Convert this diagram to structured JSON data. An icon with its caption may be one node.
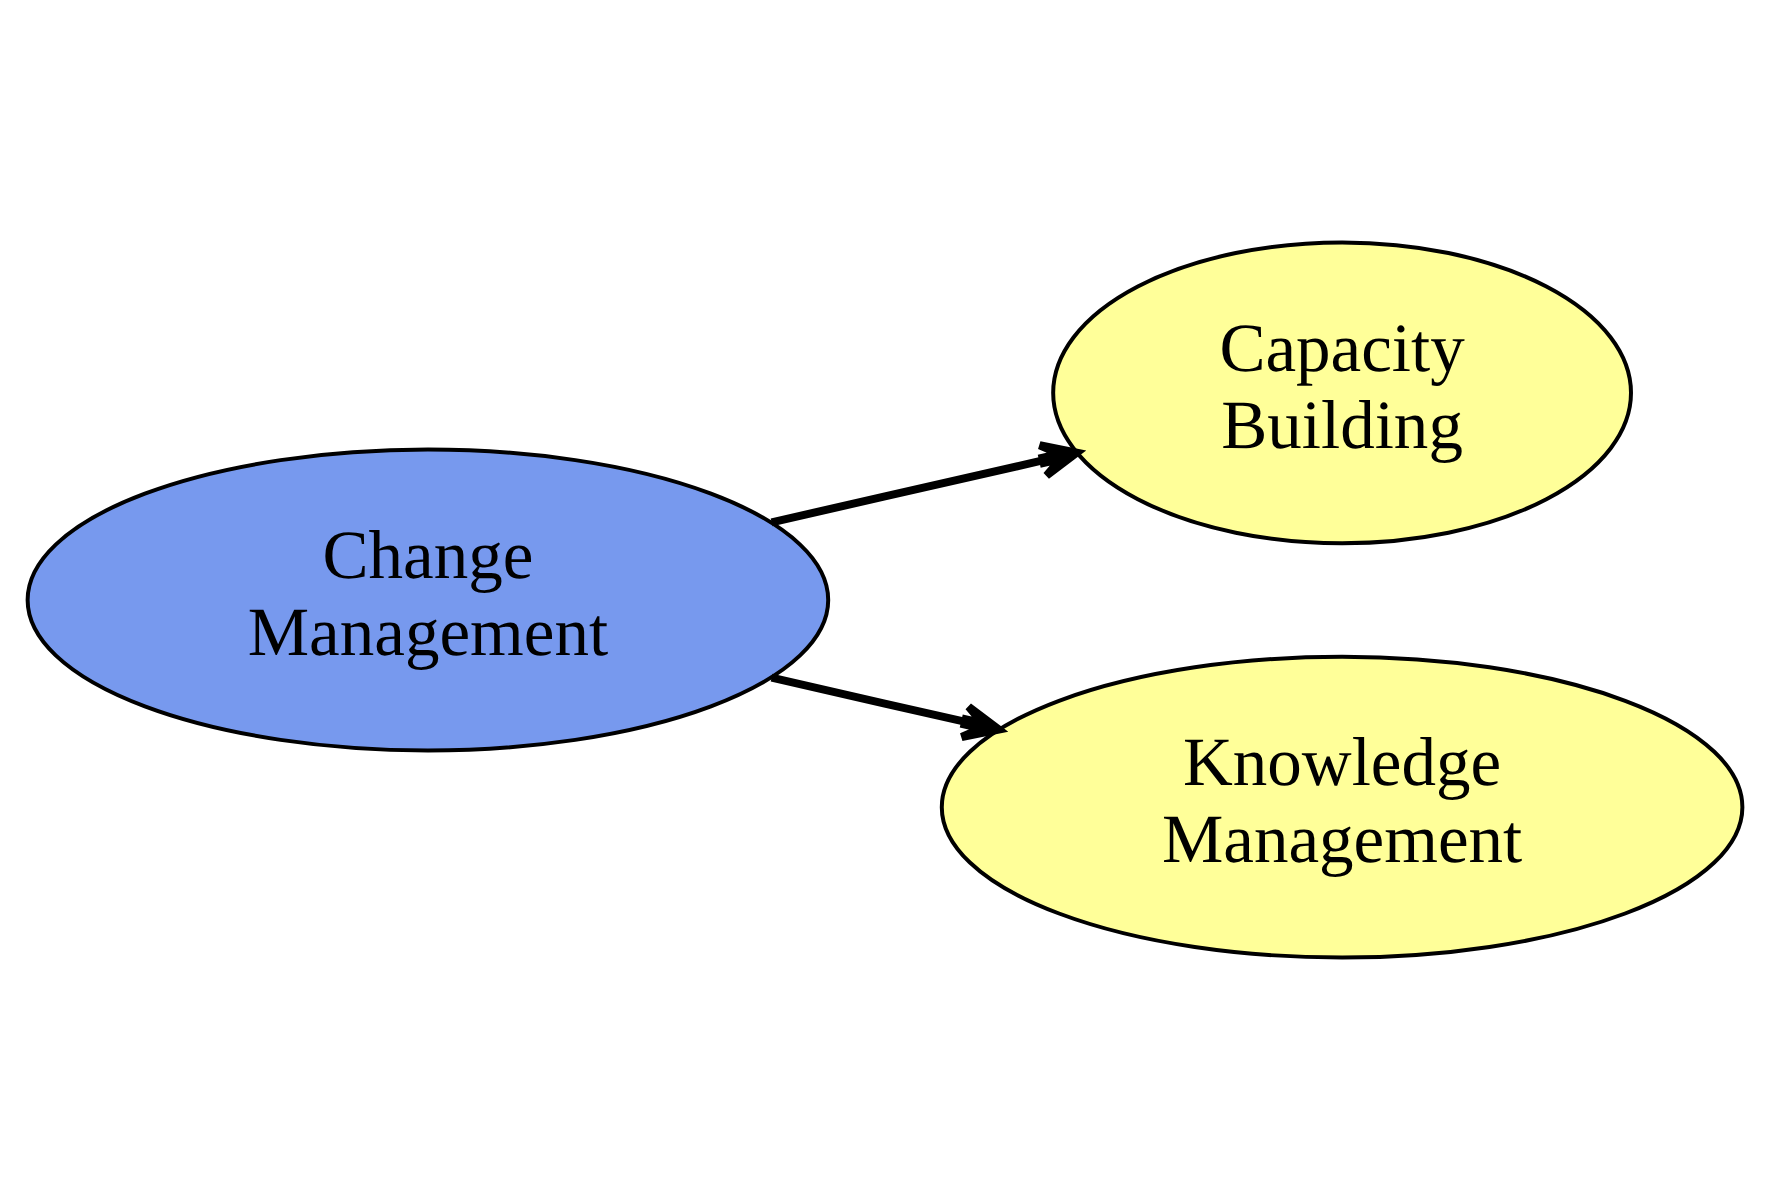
{
  "diagram": {
    "nodes": [
      {
        "text": [
          "Change Management"
        ]
      },
      {
        "text": [
          "Capacity Building"
        ]
      },
      {
        "text": [
          "Knowledge Management"
        ]
      }
    ],
    "edges": [
      {
        "from": 0,
        "to": 1,
        "arrow": "to"
      },
      {
        "from": 0,
        "to": 2,
        "arrow": "to"
      }
    ]
  }
}
